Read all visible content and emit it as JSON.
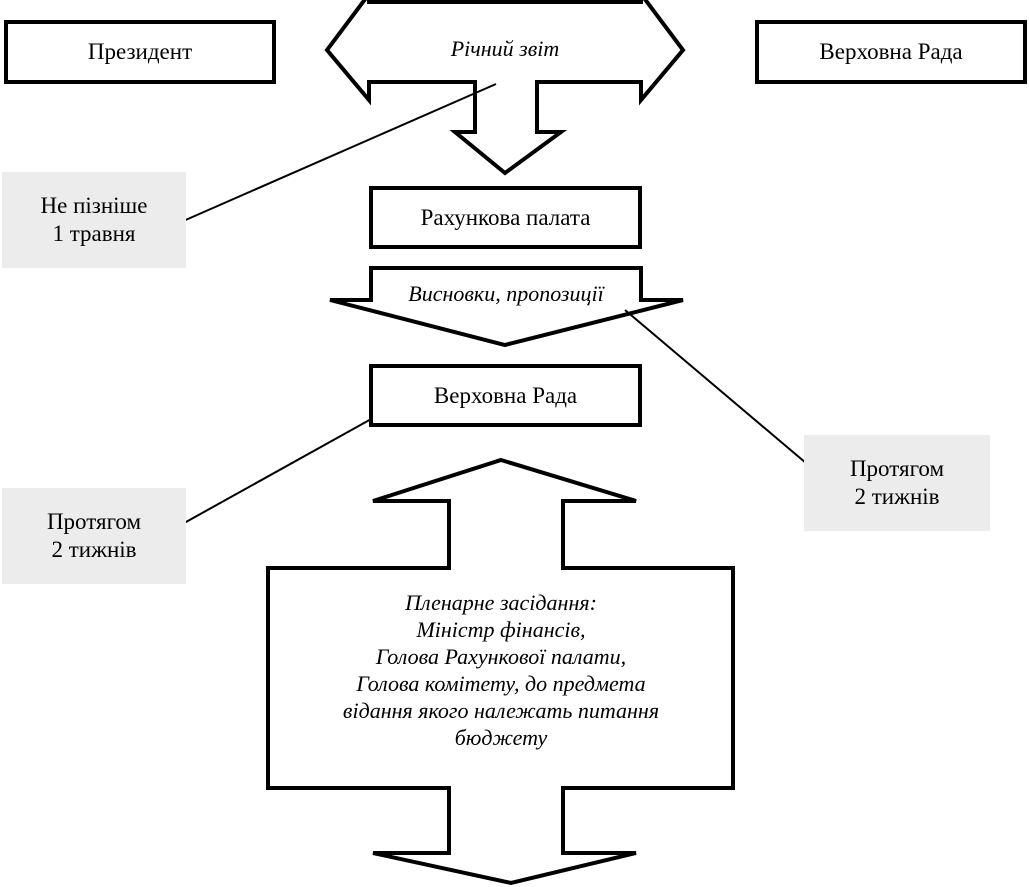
{
  "diagram": {
    "title": "",
    "boxes": {
      "president": "Президент",
      "parliament_top": "Верховна Рада",
      "accounting_chamber": "Рахункова палата",
      "parliament_middle": "Верховна Рада"
    },
    "arrows": {
      "annual_report": "Річний звіт",
      "conclusions": "Висновки, пропозиції",
      "plenary_session": [
        "Пленарне засідання:",
        "Міністр фінансів,",
        "Голова Рахункової палати,",
        "Голова комітету, до предмета",
        "відання якого належать питання",
        "бюджету"
      ]
    },
    "notes": {
      "deadline_may": [
        "Не пізніше",
        "1 травня"
      ],
      "two_weeks_right": [
        "Протягом",
        "2 тижнів"
      ],
      "two_weeks_left": [
        "Протягом",
        "2 тижнів"
      ]
    },
    "colors": {
      "stroke": "#000000",
      "note_background": "#ececec",
      "background": "#ffffff"
    }
  }
}
